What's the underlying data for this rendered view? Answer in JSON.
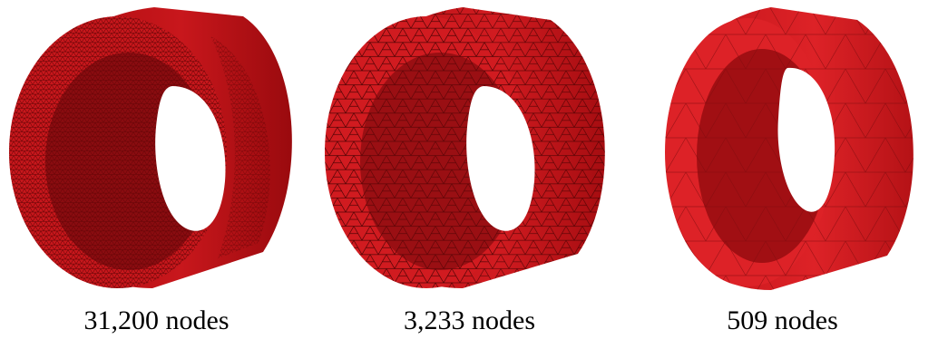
{
  "meshes": [
    {
      "caption": "31,200 nodes",
      "nodes": 31200
    },
    {
      "caption": "3,233 nodes",
      "nodes": 3233
    },
    {
      "caption": "509 nodes",
      "nodes": 509
    }
  ],
  "colors": {
    "mesh_fill": "#c8171c",
    "mesh_dark": "#8a0c10",
    "mesh_edge": "#3a0000",
    "background": "#ffffff"
  }
}
